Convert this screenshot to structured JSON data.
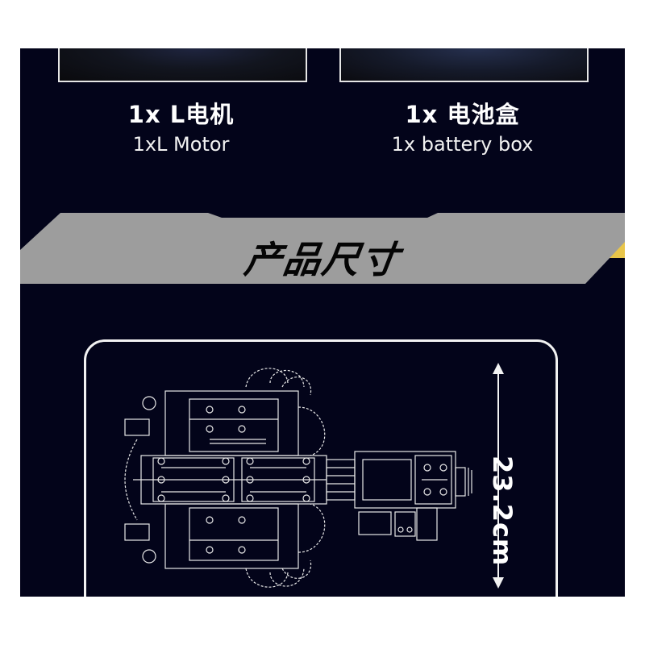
{
  "components": [
    {
      "title_cn": "1x L电机",
      "title_en": "1xL Motor"
    },
    {
      "title_cn": "1x 电池盒",
      "title_en": "1x  battery box"
    }
  ],
  "section": {
    "title": "产品尺寸"
  },
  "dimension": {
    "height_label": "23.2cm"
  },
  "colors": {
    "background": "#03041a",
    "banner": "#9d9d9d",
    "accent": "#e8c54a",
    "line": "#f2f2f2"
  }
}
